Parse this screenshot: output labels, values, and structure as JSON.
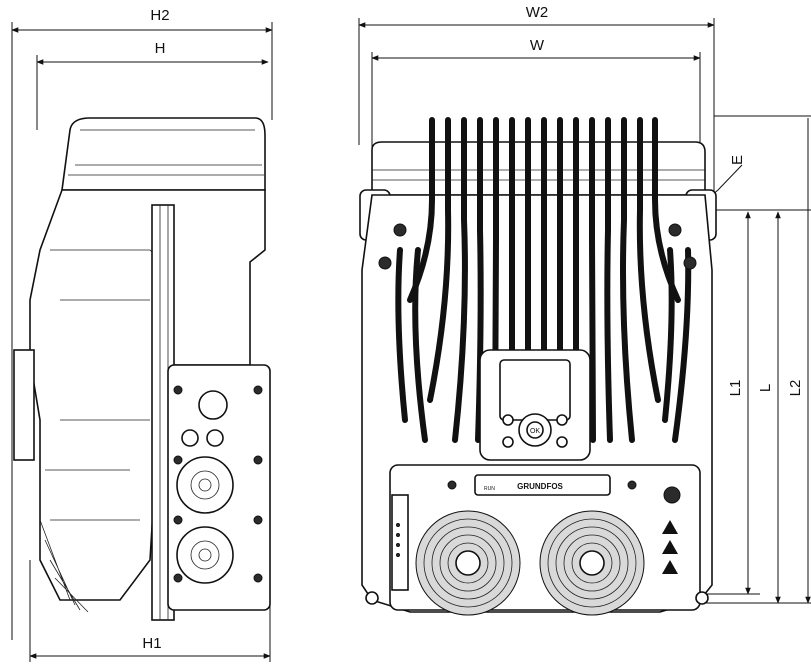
{
  "dimensions": {
    "h2": "H2",
    "h": "H",
    "h1": "H1",
    "w2": "W2",
    "w": "W",
    "e": "E",
    "l1": "L1",
    "l": "L",
    "l2": "L2"
  },
  "panel": {
    "ok_key": "OK",
    "brand": "GRUNDFOS",
    "run": "RUN"
  }
}
